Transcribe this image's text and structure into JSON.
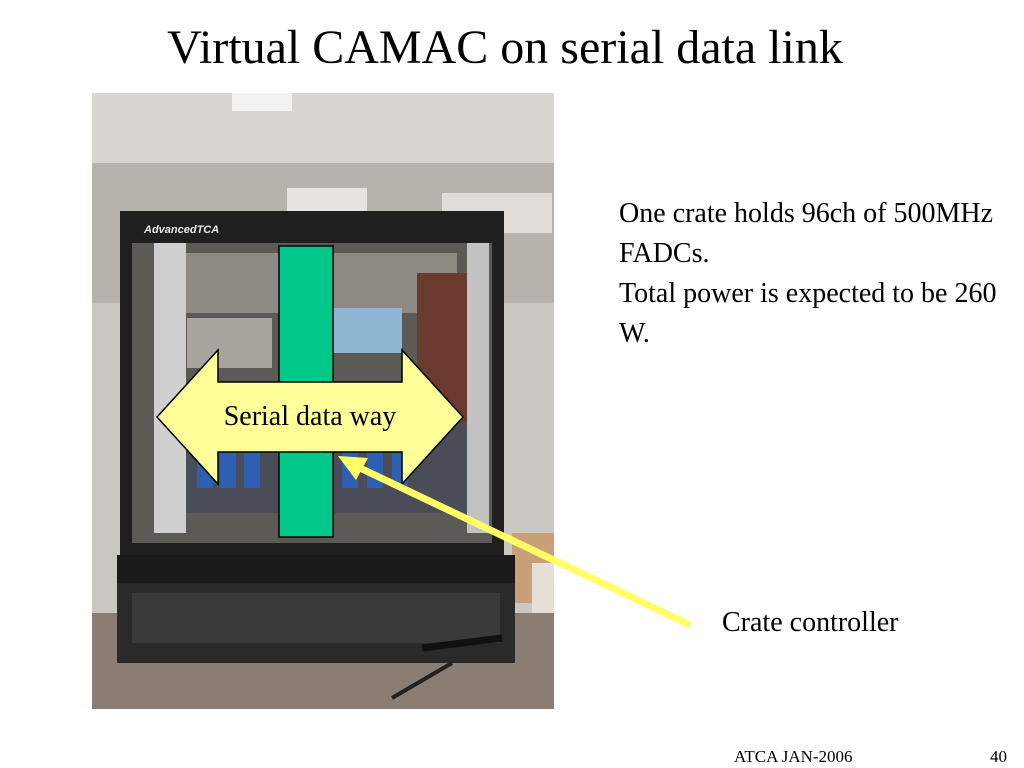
{
  "slide": {
    "title": "Virtual CAMAC on serial data link",
    "description": [
      "One crate holds 96ch of 500MHz FADCs.",
      "Total power is expected to be 260 W."
    ],
    "arrow_label": "Serial data way",
    "controller_label": "Crate controller",
    "footer_date": "ATCA JAN-2006",
    "page_number": "40",
    "photo": {
      "logo_text": "AdvancedTCA"
    },
    "colors": {
      "arrow_fill": "#ffff99",
      "bar_fill": "#00c78a",
      "pointer": "#ffff66"
    }
  }
}
